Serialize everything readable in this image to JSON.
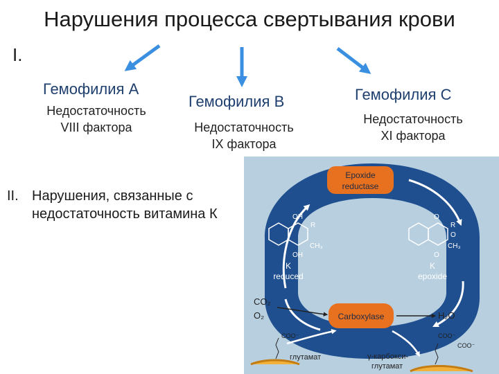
{
  "title": "Нарушения процесса свертывания крови",
  "section1": {
    "numeral": "I.",
    "types": [
      {
        "name": "Гемофилия А",
        "desc_line1": "Недостаточность",
        "desc_line2": "VIII фактора"
      },
      {
        "name": "Гемофилия В",
        "desc_line1": "Недостаточность",
        "desc_line2": "IX фактора"
      },
      {
        "name": "Гемофилия С",
        "desc_line1": "Недостаточность",
        "desc_line2": "XI фактора"
      }
    ]
  },
  "section2": {
    "numeral": "II.",
    "line1": "Нарушения, связанные с",
    "line2": "недостаточность витамина К"
  },
  "cycle": {
    "epoxide_reductase_line1": "Epoxide",
    "epoxide_reductase_line2": "reductase",
    "carboxylase": "Carboxylase",
    "k_reduced_line1": "K",
    "k_reduced_line2": "reduced",
    "k_epoxide_line1": "K",
    "k_epoxide_line2": "epoxide",
    "co2": "CO₂",
    "o2": "O₂",
    "h2o": "H₂O",
    "oh": "OH",
    "r": "R",
    "ch3": "CH₃",
    "o": "O",
    "coo": "COO⁻",
    "glutamate": "глутамат",
    "gamma_carboxy_line1": "γ-карбокси-",
    "gamma_carboxy_line2": "глутамат"
  },
  "colors": {
    "arrow_blue": "#3a8fe0",
    "cycle_navy": "#1f4f8f",
    "panel_bg": "#b8cfe0",
    "enzyme_orange": "#e8711f"
  }
}
